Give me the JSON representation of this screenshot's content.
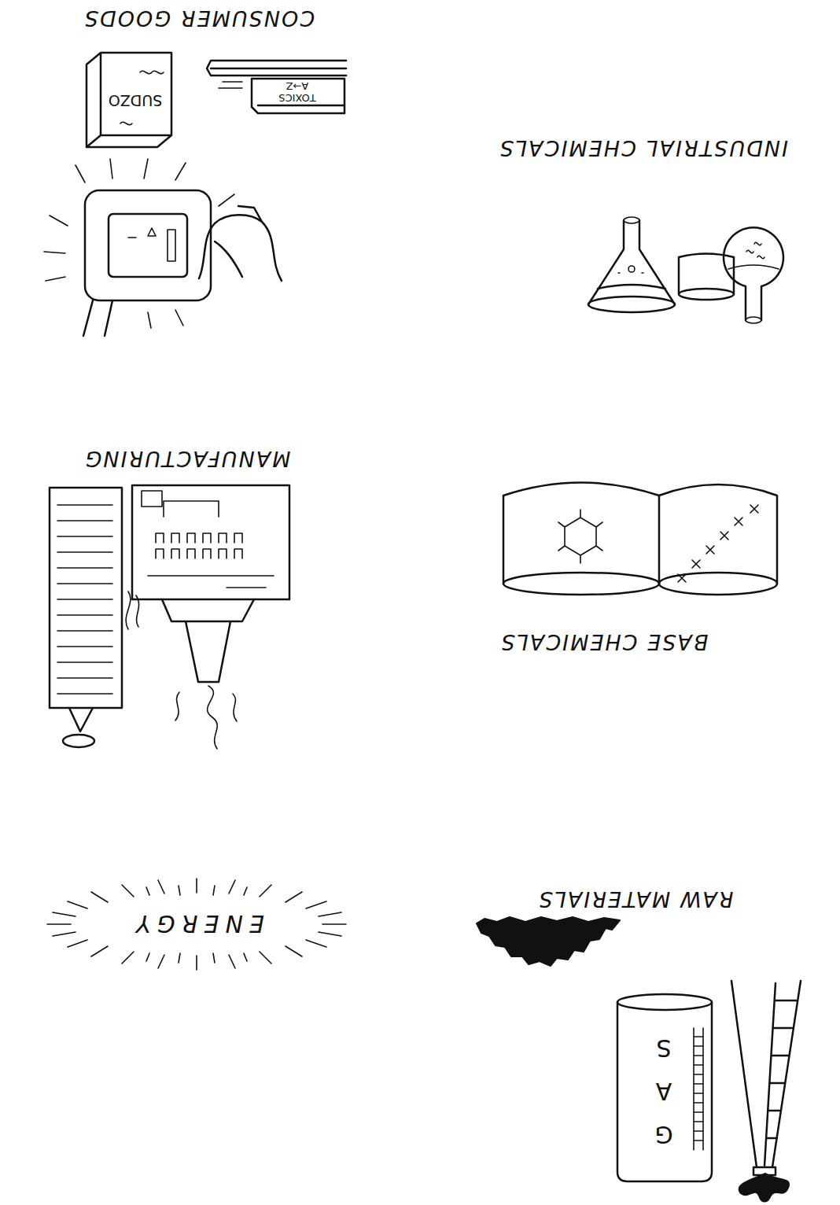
{
  "diagram": {
    "nodes": [
      {
        "text": [
          "RAW MATERIALS"
        ]
      },
      {
        "text": [
          "ENERGY"
        ]
      },
      {
        "text": [
          "BASE CHEMICALS"
        ]
      },
      {
        "text": [
          "MANUFACTURING"
        ]
      },
      {
        "text": [
          "INDUSTRIAL CHEMICALS"
        ]
      },
      {
        "text": [
          "CONSUMER GOODS"
        ]
      }
    ],
    "edges": [
      {
        "from": 0,
        "to": 1,
        "arrow": "to"
      },
      {
        "from": 0,
        "to": 2,
        "arrow": "to"
      },
      {
        "from": 1,
        "to": 3,
        "arrow": "to"
      },
      {
        "from": 2,
        "to": 3,
        "arrow": "to"
      },
      {
        "from": 2,
        "to": 4,
        "arrow": "to"
      },
      {
        "from": 4,
        "to": 3,
        "arrow": "to"
      },
      {
        "from": 3,
        "to": 5,
        "arrow": "to"
      }
    ],
    "labels": [
      "GAS",
      "SUDZO",
      "TOXICS",
      "A→Z"
    ]
  }
}
